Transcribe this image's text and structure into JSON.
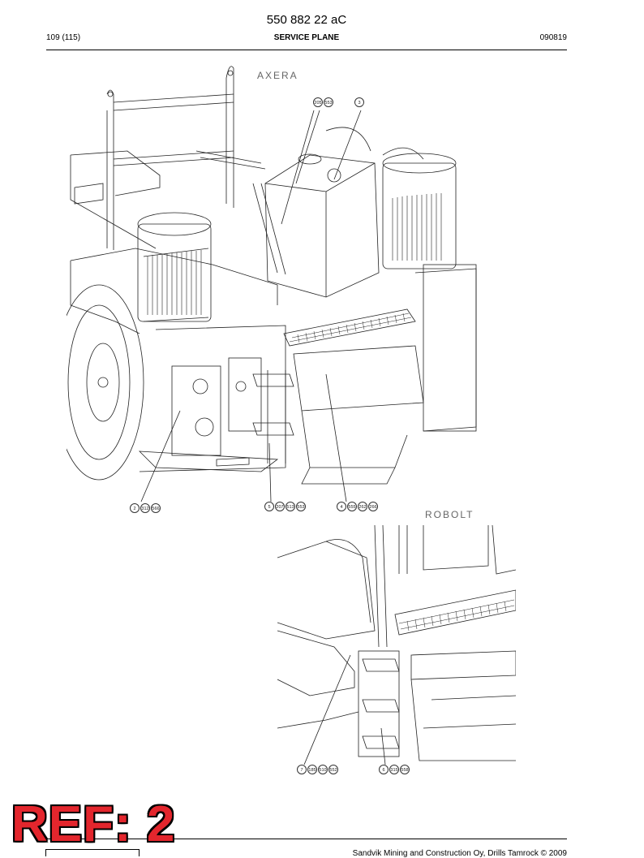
{
  "header": {
    "doc_number": "550 882 22 aC",
    "page": "109 (115)",
    "section": "SERVICE PLANE",
    "date_code": "090819"
  },
  "figures": {
    "axera": {
      "title": "AXERA",
      "callouts": {
        "top_a": [
          "205",
          "553"
        ],
        "top_b": [
          "3"
        ],
        "bottom_a": [
          "2",
          "312",
          "566"
        ],
        "bottom_b": [
          "5",
          "207",
          "513",
          "553"
        ],
        "bottom_c": [
          "4",
          "555",
          "262",
          "266"
        ]
      }
    },
    "robolt": {
      "title": "ROBOLT",
      "callouts": {
        "bottom_a": [
          "7",
          "185",
          "510",
          "552"
        ],
        "bottom_b": [
          "6",
          "315",
          "558"
        ]
      }
    }
  },
  "stamp": {
    "label": "REF: 2"
  },
  "footer": {
    "text": "Sandvik Mining and Construction Oy, Drills Tamrock © 2009"
  }
}
